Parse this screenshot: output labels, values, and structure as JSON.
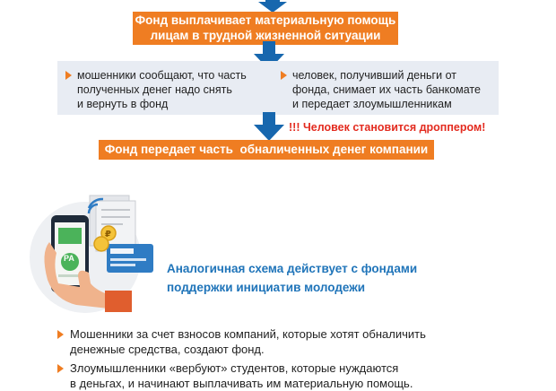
{
  "top_box": {
    "line1": "Фонд выплачивает материальную помощь",
    "line2": "лицам в трудной жизненной ситуации"
  },
  "panel": {
    "left_lines": [
      "мошенники сообщают, что часть",
      "полученных денег надо снять",
      "и вернуть в фонд"
    ],
    "right_lines": [
      "человек, получивший деньги от",
      "фонда, снимает их часть банкомате",
      "и передает злоумышленникам"
    ]
  },
  "warning": {
    "marks": "!!!",
    "text": "Человек становится дроппером!"
  },
  "bottom_box": {
    "text": "Фонд передает часть  обналиченных денег компании"
  },
  "illustration": {
    "coin_symbol": "₽"
  },
  "heading": {
    "line1": "Аналогичная схема действует с фондами",
    "line2": "поддержки инициатив молодежи"
  },
  "list": [
    {
      "lines": [
        "Мошенники за счет взносов компаний, которые хотят обналичить",
        "денежные средства, создают фонд."
      ]
    },
    {
      "lines": [
        "Злоумышленники «вербуют» студентов, которые нуждаются",
        "в деньгах, и начинают выплачивать им материальную помощь."
      ]
    }
  ],
  "colors": {
    "orange": "#ef7d22",
    "blue": "#1f74b9",
    "arrow_blue": "#1767ae",
    "panel_bg": "#e8ecf3",
    "warning_red": "#e32b1f"
  }
}
